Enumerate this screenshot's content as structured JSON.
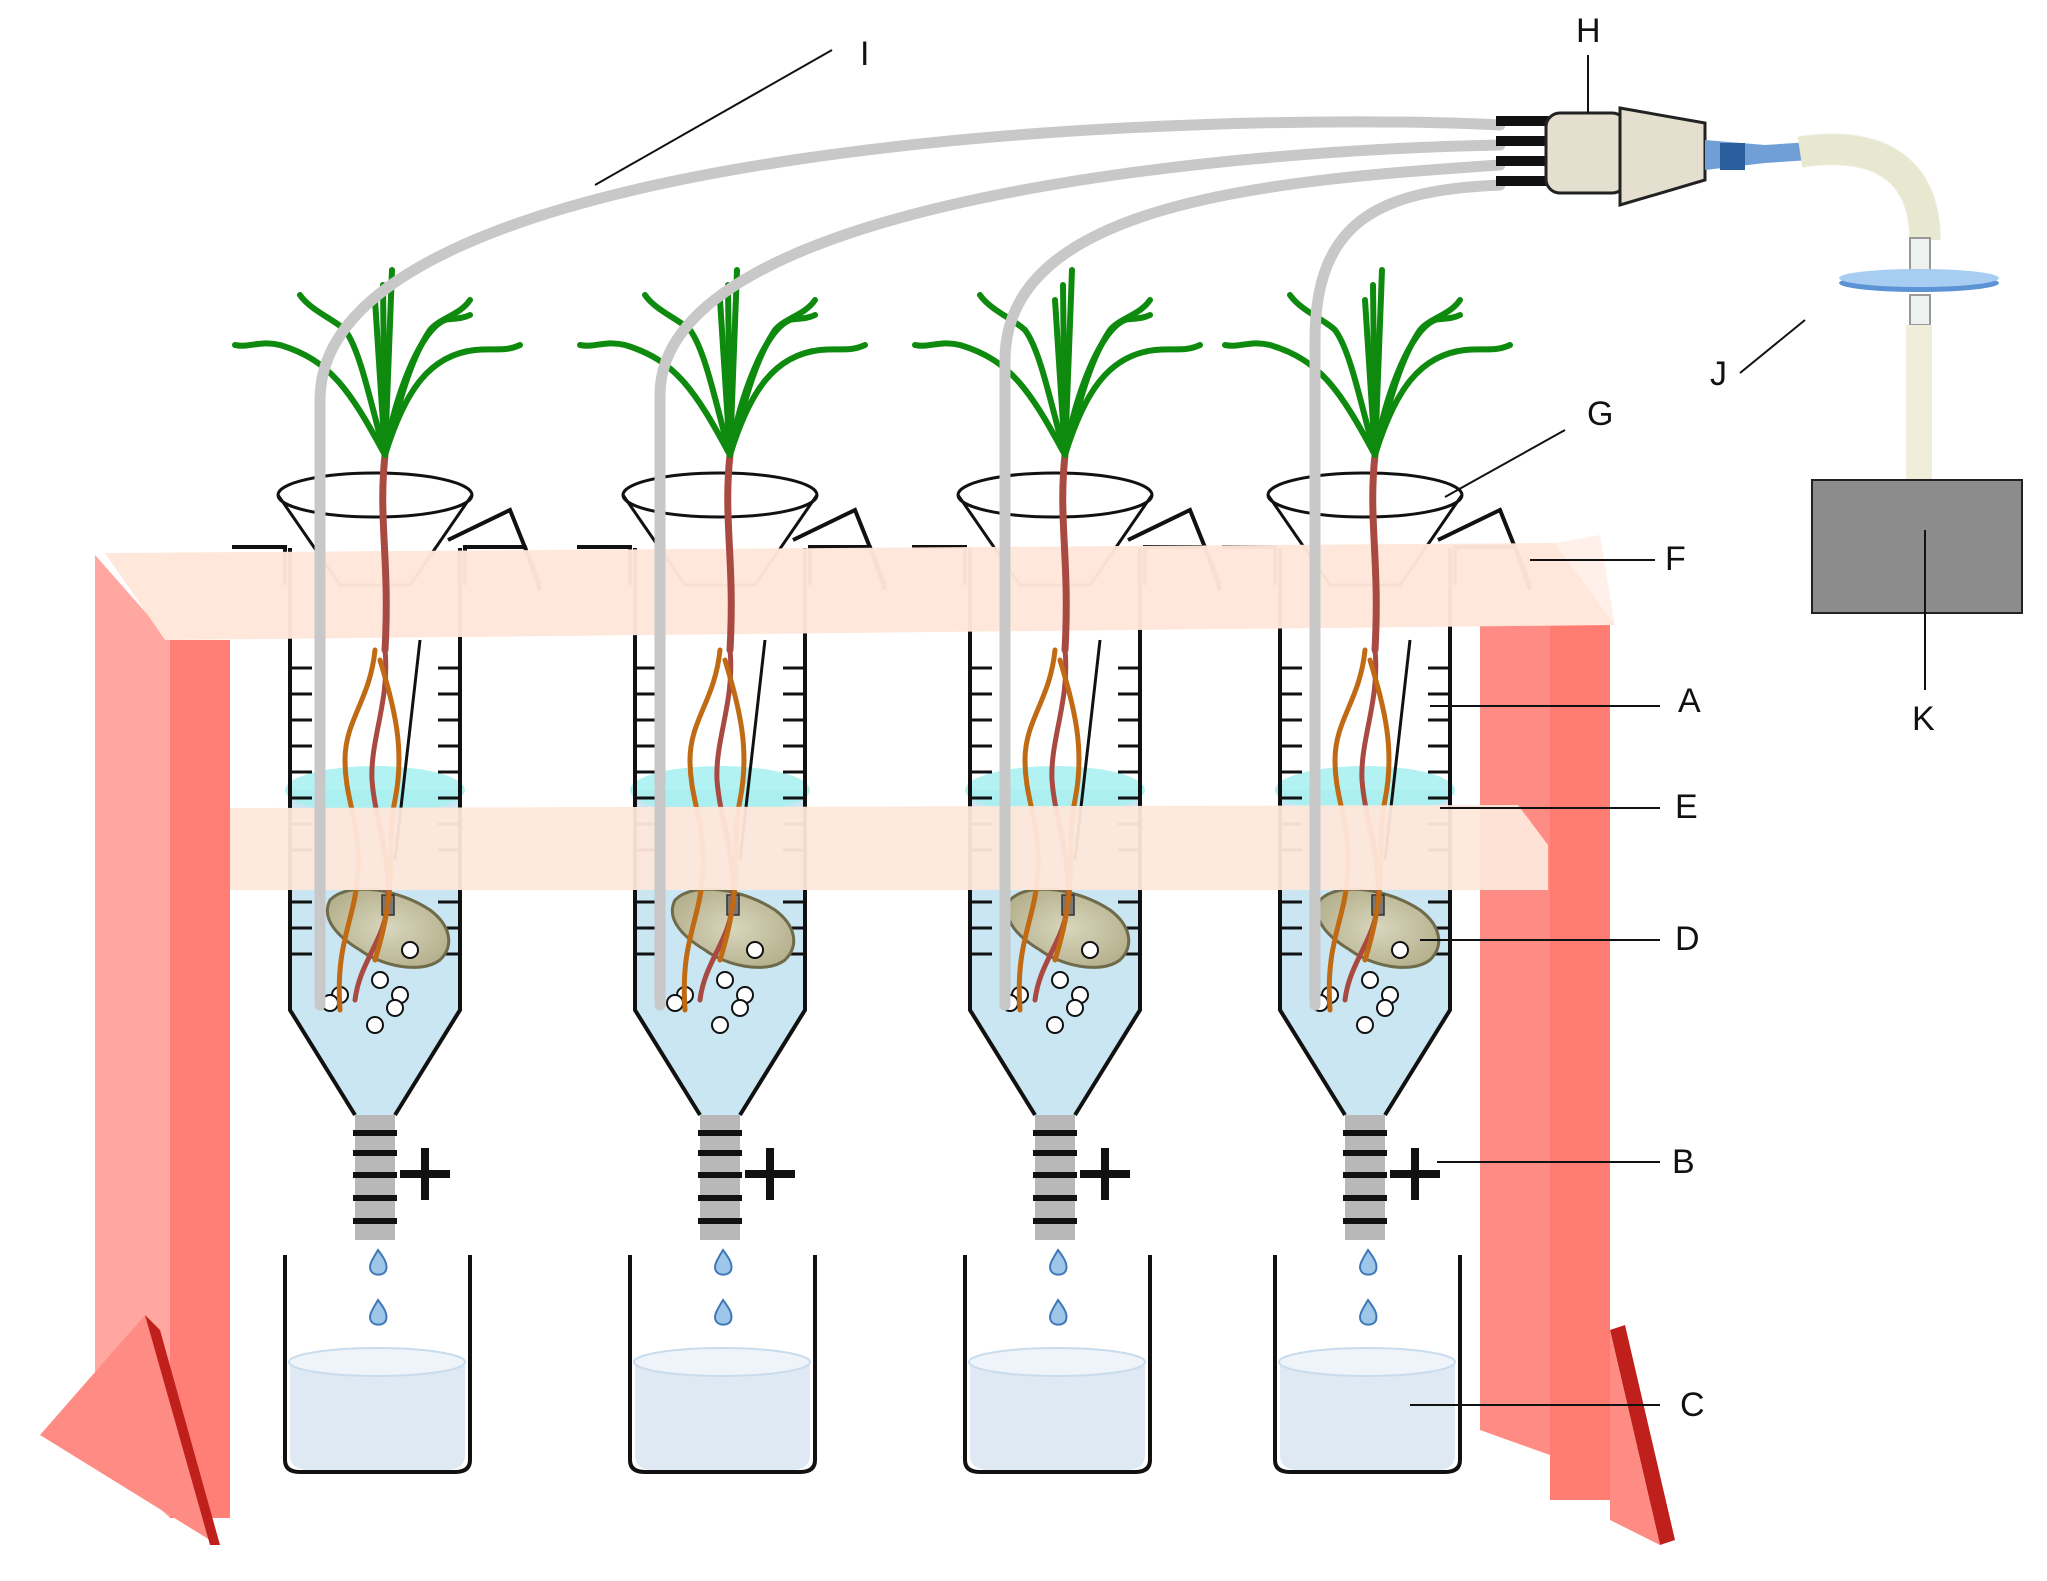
{
  "labels": {
    "A": "A",
    "B": "B",
    "C": "C",
    "D": "D",
    "E": "E",
    "F": "F",
    "G": "G",
    "H": "H",
    "I": "I",
    "J": "J",
    "K": "K"
  },
  "units": [
    {
      "id": "1"
    },
    {
      "id": "2"
    },
    {
      "id": "3"
    },
    {
      "id": "4"
    }
  ],
  "colors": {
    "rack_side": "#ff8a82",
    "rack_side_light": "#ffa49e",
    "rack_foot": "#f06a60",
    "rack_shelf": "#ffe7da",
    "water": "#c9e6f2",
    "water_surface": "#a6f0f0",
    "collect_water": "#dfe9f4",
    "leaves": "#0e8a0e",
    "stem": "#a94a42",
    "root_orange": "#c06a14",
    "tube_gray": "#c8c8c8",
    "connector": "#e4dfcf",
    "box_k": "#8c8c8c",
    "filter_j": "#7cb4ec"
  }
}
